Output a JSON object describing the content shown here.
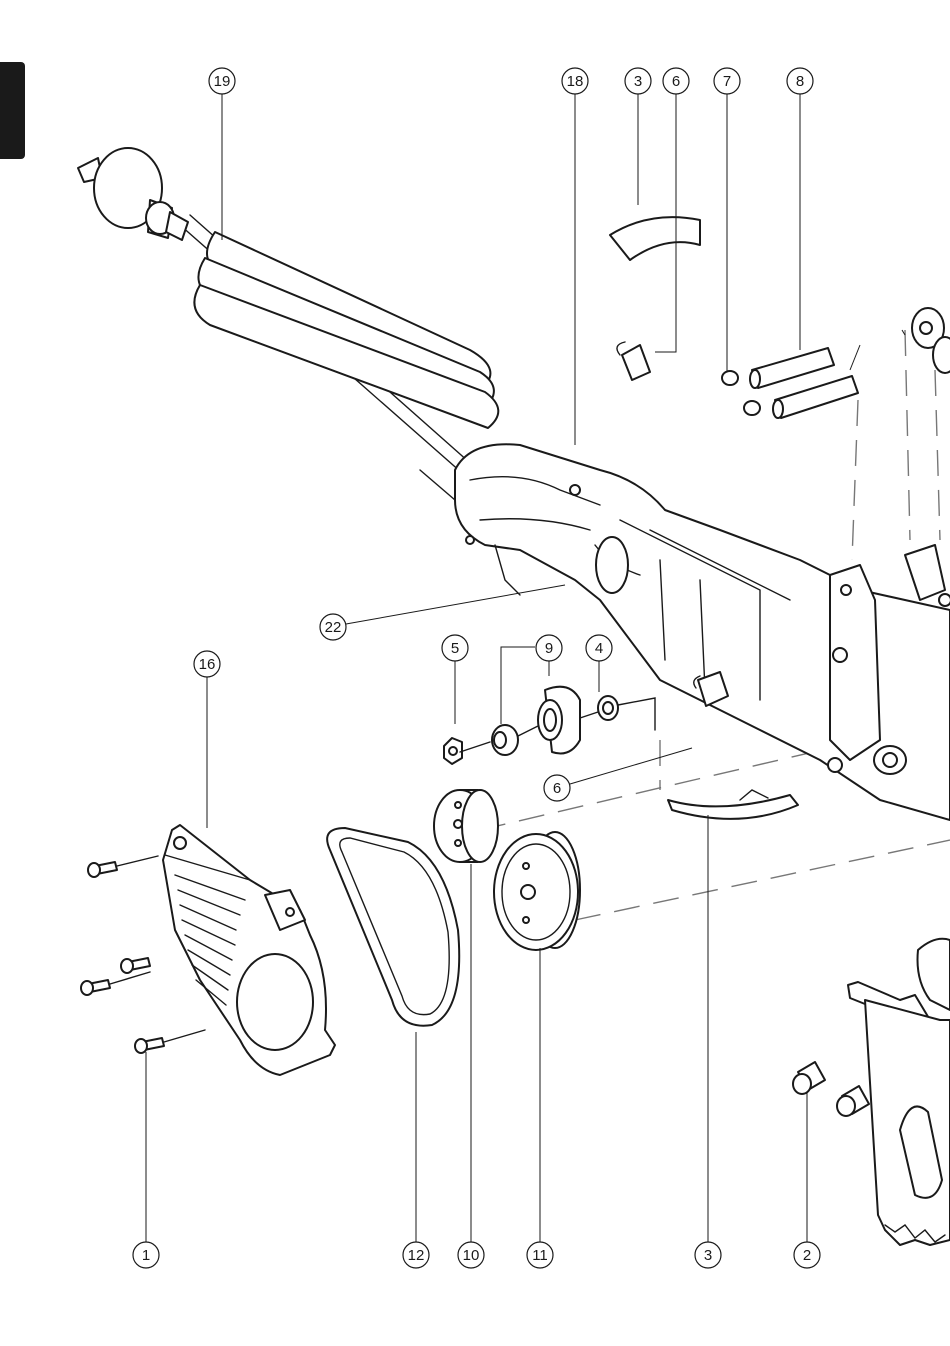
{
  "callouts": [
    {
      "id": "c19",
      "label": "19"
    },
    {
      "id": "c18",
      "label": "18"
    },
    {
      "id": "c3a",
      "label": "3"
    },
    {
      "id": "c6a",
      "label": "6"
    },
    {
      "id": "c7",
      "label": "7"
    },
    {
      "id": "c8",
      "label": "8"
    },
    {
      "id": "c22",
      "label": "22"
    },
    {
      "id": "c16",
      "label": "16"
    },
    {
      "id": "c5",
      "label": "5"
    },
    {
      "id": "c9",
      "label": "9"
    },
    {
      "id": "c4",
      "label": "4"
    },
    {
      "id": "c6b",
      "label": "6"
    },
    {
      "id": "c1",
      "label": "1"
    },
    {
      "id": "c12",
      "label": "12"
    },
    {
      "id": "c10",
      "label": "10"
    },
    {
      "id": "c11",
      "label": "11"
    },
    {
      "id": "c3b",
      "label": "3"
    },
    {
      "id": "c2",
      "label": "2"
    }
  ]
}
